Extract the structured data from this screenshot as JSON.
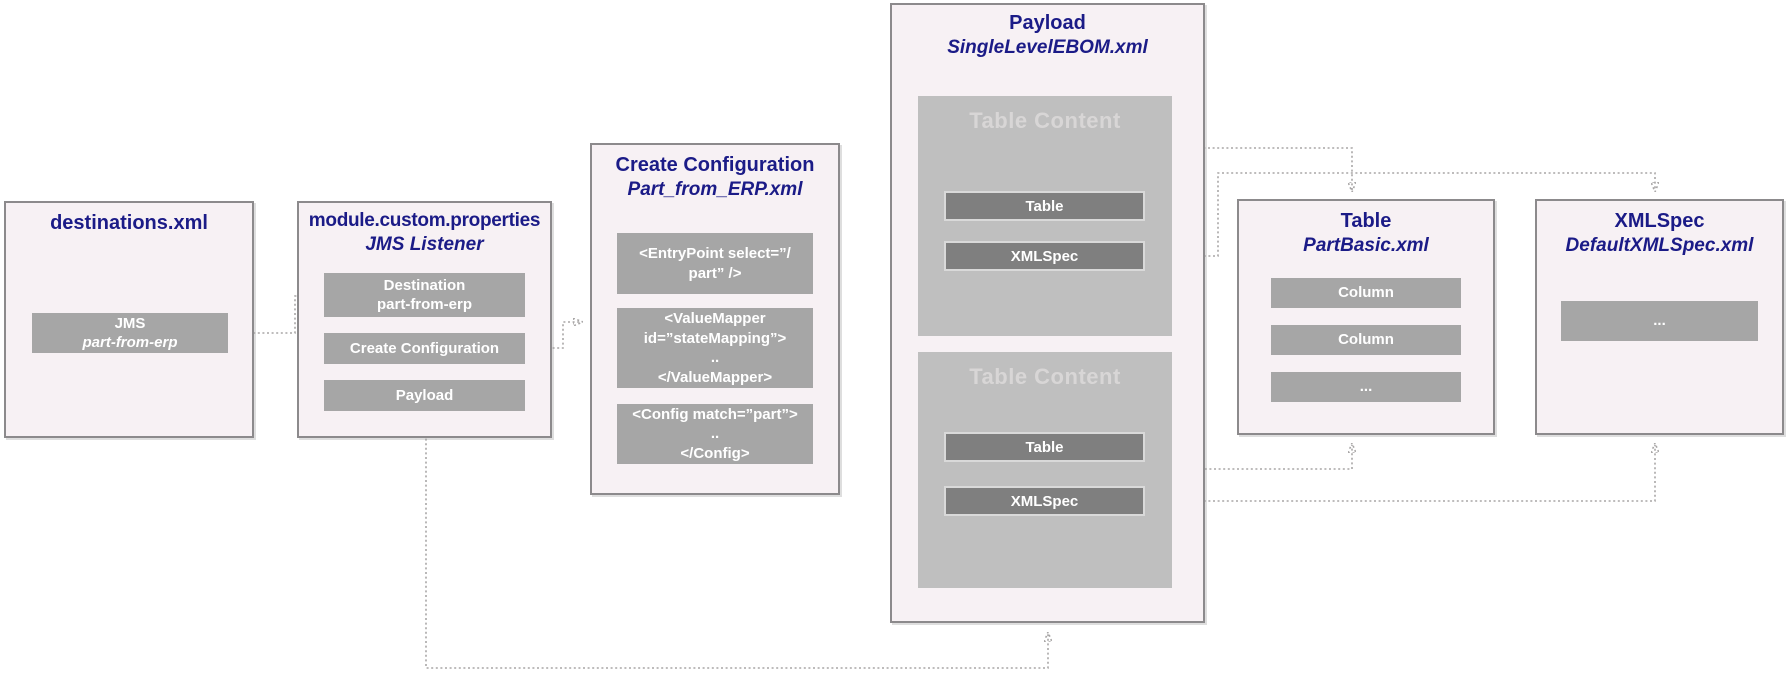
{
  "colors": {
    "box_fill": "#f7f1f4",
    "box_border": "#8c8a8c",
    "title_text": "#1b1b87",
    "section_gray": "#bfbfbf",
    "section_title_text": "#d8d6d6",
    "item_gray": "#a6a6a6",
    "item_dark_gray": "#7f7f7f",
    "item_text": "#ffffff",
    "connector": "#a8a6a6"
  },
  "destinations": {
    "title": "destinations.xml",
    "jms": {
      "line1": "JMS",
      "line2": "part-from-erp"
    }
  },
  "module": {
    "title": "module.custom.properties",
    "subtitle": "JMS Listener",
    "destination": {
      "line1": "Destination",
      "line2": "part-from-erp"
    },
    "create_configuration": "Create Configuration",
    "payload": "Payload"
  },
  "create_config": {
    "title": "Create Configuration",
    "subtitle": "Part_from_ERP.xml",
    "entrypoint": {
      "line1": "<EntryPoint select=”/",
      "line2": "part” />"
    },
    "valuemapper": {
      "line1": "<ValueMapper",
      "line2": "id=”stateMapping”>",
      "line3": "..",
      "line4": "</ValueMapper>"
    },
    "config": {
      "line1": "<Config match=”part”>",
      "line2": "..",
      "line3": "</Config>"
    }
  },
  "payload": {
    "title": "Payload",
    "subtitle": "SingleLevelEBOM.xml",
    "section1": {
      "title": "Table Content",
      "table": "Table",
      "xmlspec": "XMLSpec"
    },
    "section2": {
      "title": "Table Content",
      "table": "Table",
      "xmlspec": "XMLSpec"
    }
  },
  "table_box": {
    "title": "Table",
    "subtitle": "PartBasic.xml",
    "column1": "Column",
    "column2": "Column",
    "column3": "..."
  },
  "xmlspec_box": {
    "title": "XMLSpec",
    "subtitle": "DefaultXMLSpec.xml",
    "content": "..."
  }
}
